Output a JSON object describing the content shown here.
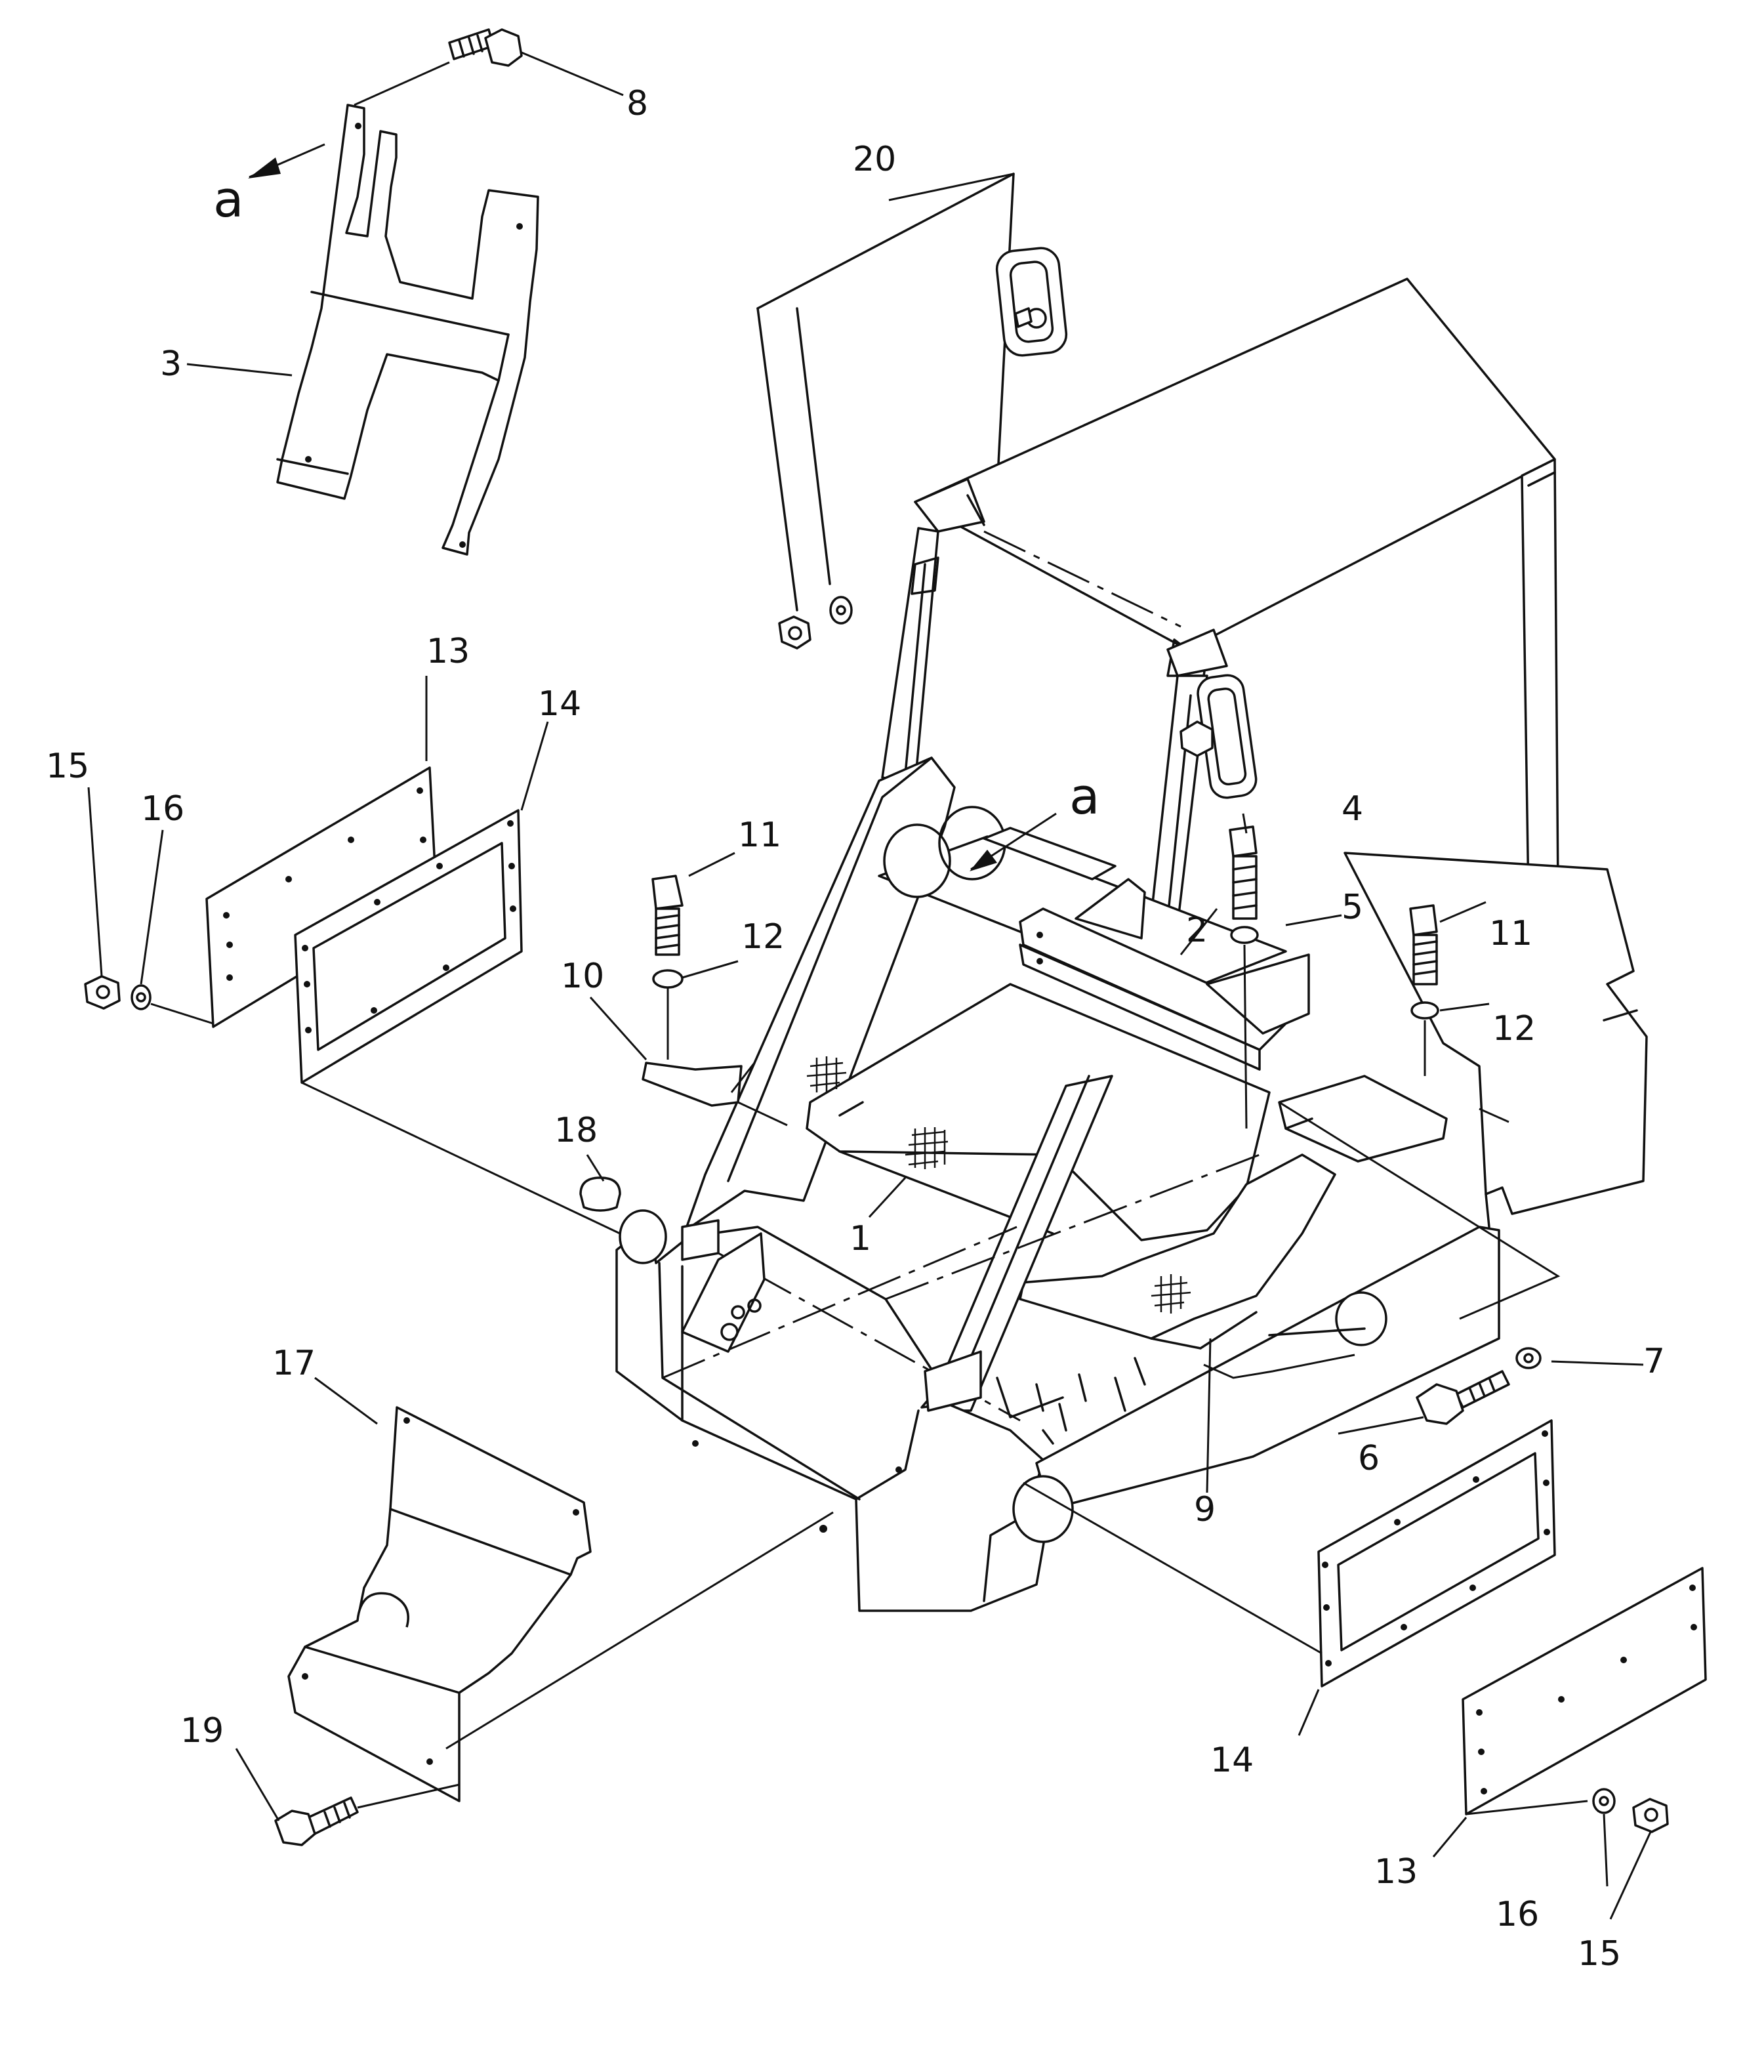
{
  "callouts": [
    {
      "id": "c1",
      "text": "1"
    },
    {
      "id": "c2",
      "text": "2"
    },
    {
      "id": "c3",
      "text": "3"
    },
    {
      "id": "c4",
      "text": "4"
    },
    {
      "id": "c5",
      "text": "5"
    },
    {
      "id": "c6",
      "text": "6"
    },
    {
      "id": "c7",
      "text": "7"
    },
    {
      "id": "c8",
      "text": "8"
    },
    {
      "id": "c9",
      "text": "9"
    },
    {
      "id": "c10",
      "text": "10"
    },
    {
      "id": "c11a",
      "text": "11"
    },
    {
      "id": "c11b",
      "text": "11"
    },
    {
      "id": "c12a",
      "text": "12"
    },
    {
      "id": "c12b",
      "text": "12"
    },
    {
      "id": "c13a",
      "text": "13"
    },
    {
      "id": "c13b",
      "text": "13"
    },
    {
      "id": "c14a",
      "text": "14"
    },
    {
      "id": "c14b",
      "text": "14"
    },
    {
      "id": "c15a",
      "text": "15"
    },
    {
      "id": "c15b",
      "text": "15"
    },
    {
      "id": "c16a",
      "text": "16"
    },
    {
      "id": "c16b",
      "text": "16"
    },
    {
      "id": "c17",
      "text": "17"
    },
    {
      "id": "c18",
      "text": "18"
    },
    {
      "id": "c19",
      "text": "19"
    },
    {
      "id": "c20",
      "text": "20"
    }
  ],
  "view_markers": [
    {
      "id": "a1",
      "text": "a"
    },
    {
      "id": "a2",
      "text": "a"
    }
  ]
}
